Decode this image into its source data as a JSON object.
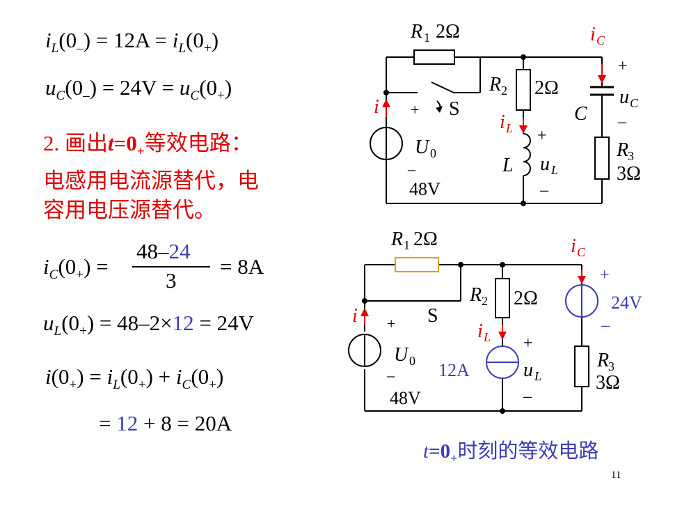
{
  "colors": {
    "red": "#e00000",
    "blue": "#3d3db8",
    "orange": "#e59a1c",
    "black": "#000000"
  },
  "equations": {
    "eq1": {
      "lhs": "(0",
      "mid": ") = 12A = ",
      "rhs": "(0",
      "end": ")"
    },
    "eq2": {
      "lhs": "(0",
      "mid": ") = 24V = ",
      "rhs": "(0",
      "end": ")"
    },
    "ic": {
      "lhs": "(0",
      "mid": ") = ",
      "num_a": "48",
      "num_dash": "–",
      "num_b": "24",
      "den": "3",
      "result": "= 8A"
    },
    "ul": {
      "lhs": "(0",
      "mid": ") = 48–2×",
      "twelve": "12",
      "result": " = 24V"
    },
    "i0": {
      "lhs": "(0",
      "mid": ") = ",
      "a": "(0",
      "plus": ") + ",
      "b": "(0",
      "end": ")"
    },
    "i0b": {
      "eq": "= ",
      "twelve": "12",
      "rest": " + 8 = 20A"
    }
  },
  "step": {
    "prefix": "2. 画出",
    "t": "t",
    "eq0": "=0",
    "sub": "+",
    "suffix": "等效电路：",
    "line2": "电感用电流源替代，电",
    "line3": "容用电压源替代。"
  },
  "circuit_top": {
    "R1": "R",
    "R1_sub": "1",
    "R1_val": "2Ω",
    "R2": "R",
    "R2_sub": "2",
    "R2_val": "2Ω",
    "R3": "R",
    "R3_sub": "3",
    "R3_val": "3Ω",
    "iC": "i",
    "iC_sub": "C",
    "uC": "u",
    "uC_sub": "C",
    "C": "C",
    "i": "i",
    "iL": "i",
    "iL_sub": "L",
    "L": "L",
    "uL": "u",
    "uL_sub": "L",
    "S": "S",
    "U0": "U",
    "U0_sub": "0",
    "src_val": "48V",
    "plus": "+",
    "minus": "–"
  },
  "circuit_bottom": {
    "R1": "R",
    "R1_sub": "1",
    "R1_val": "2Ω",
    "R2": "R",
    "R2_sub": "2",
    "R2_val": "2Ω",
    "R3": "R",
    "R3_sub": "3",
    "R3_val": "3Ω",
    "iC": "i",
    "iC_sub": "C",
    "i": "i",
    "iL": "i",
    "iL_sub": "L",
    "uL": "u",
    "uL_sub": "L",
    "S": "S",
    "U0": "U",
    "U0_sub": "0",
    "src_val": "48V",
    "cs_val": "12A",
    "vs_val": "24V",
    "plus": "+",
    "minus": "–"
  },
  "caption": {
    "t": "t",
    "eq0": "=0",
    "sub": "+",
    "text": "时刻的等效电路"
  },
  "page_number": "11"
}
